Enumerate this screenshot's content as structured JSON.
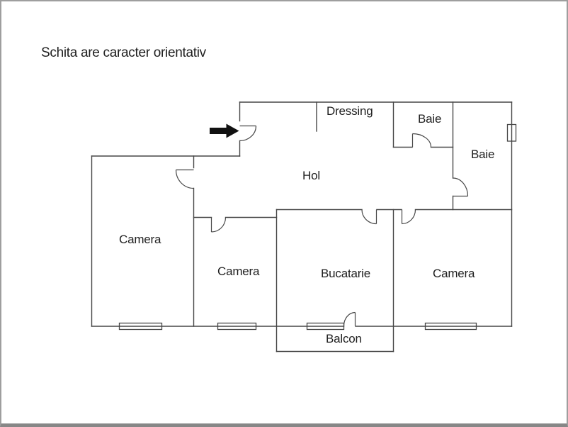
{
  "title": "Schita are caracter orientativ",
  "rooms": [
    {
      "id": "dressing",
      "label": "Dressing"
    },
    {
      "id": "baie-small",
      "label": "Baie"
    },
    {
      "id": "baie-large",
      "label": "Baie"
    },
    {
      "id": "hol",
      "label": "Hol"
    },
    {
      "id": "camera-1",
      "label": "Camera"
    },
    {
      "id": "camera-2",
      "label": "Camera"
    },
    {
      "id": "bucatarie",
      "label": "Bucatarie"
    },
    {
      "id": "camera-3",
      "label": "Camera"
    },
    {
      "id": "balcon",
      "label": "Balcon"
    }
  ],
  "icons": {
    "entrance_arrow": "right-arrow-entrance-marker"
  },
  "colors": {
    "wall": "#474747",
    "text": "#1f1f1f",
    "arrow": "#111111",
    "frame": "#9e9e9e",
    "frame-bottom": "#878787",
    "bg": "#ffffff"
  }
}
